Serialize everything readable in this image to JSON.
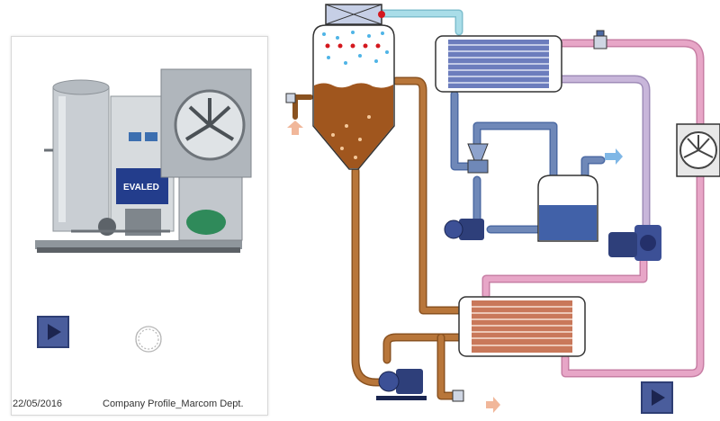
{
  "footer": {
    "date": "22/05/2016",
    "company": "Company Profile_Marcom Dept."
  },
  "photo": {
    "brand_label": "EVALED"
  },
  "icons": {
    "left_nav": "play-triangle-icon",
    "right_nav": "play-triangle-icon",
    "wreath": "wreath-icon",
    "fan": "fan-icon"
  },
  "colors": {
    "nav_button": "#4a5d9c",
    "liquid_brown": "#a0561e",
    "pipe_brown": "#b8763a",
    "pipe_pink": "#e7a6c7",
    "pipe_lilac": "#c8b6da",
    "pipe_cyan": "#a9dde8",
    "pipe_blue": "#6f88b8",
    "condenser_blue": "#6c7dbd",
    "heater_copper": "#c9785a",
    "flow_arrow_in": "#f1b79a",
    "flow_arrow_out": "#7fb7e6"
  }
}
